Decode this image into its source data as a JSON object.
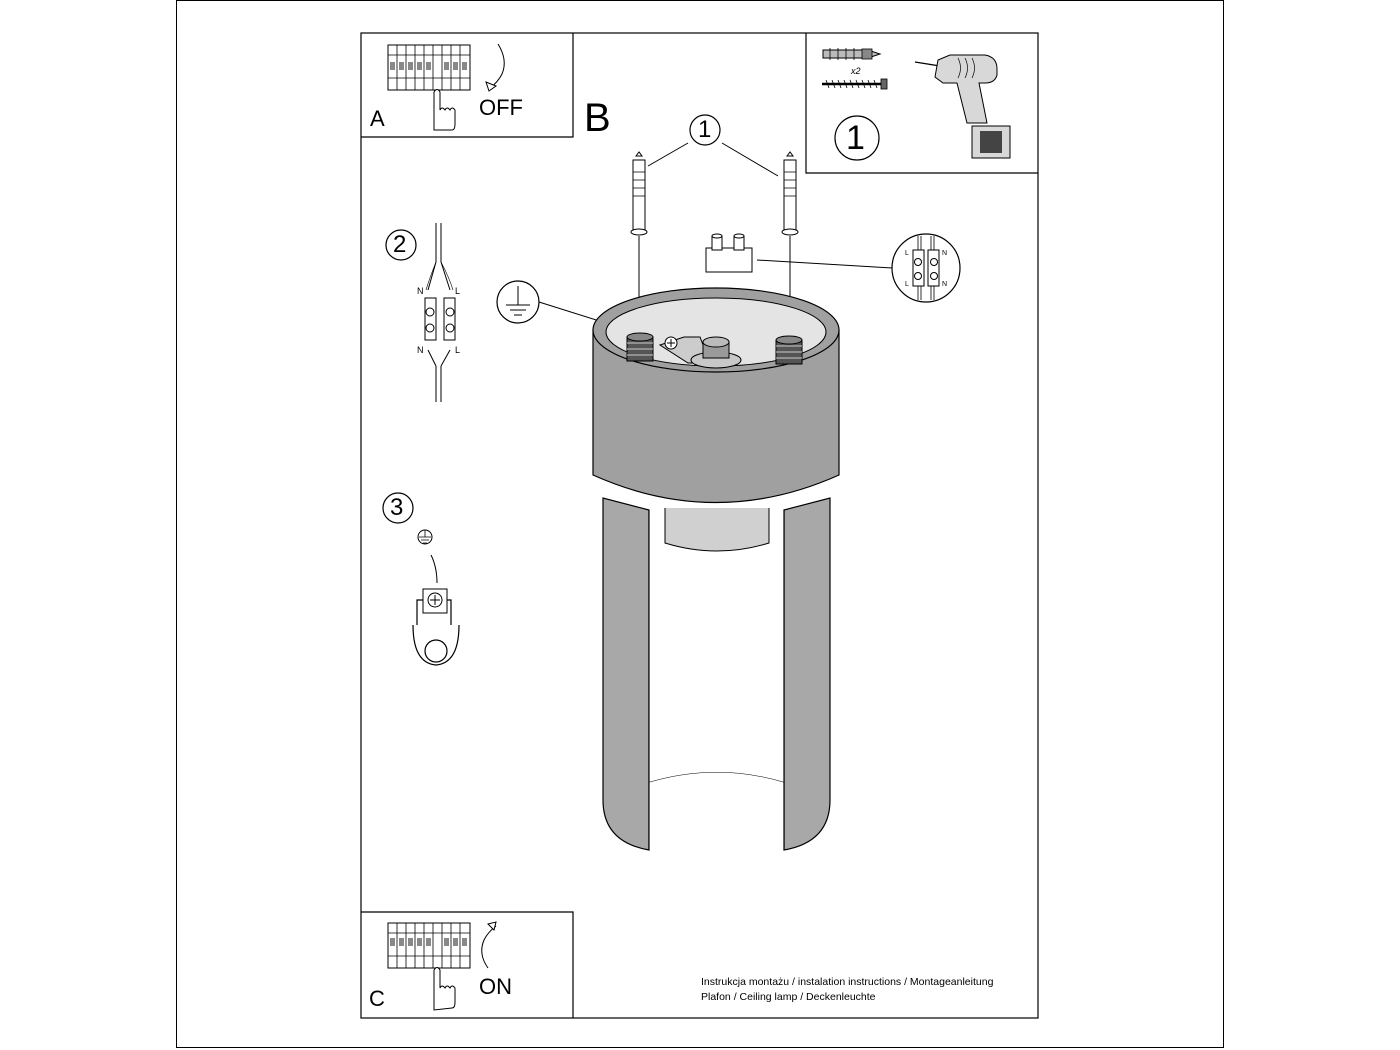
{
  "panels": {
    "a": {
      "letter": "A",
      "action": "OFF"
    },
    "b": {
      "letter": "B"
    },
    "c": {
      "letter": "C",
      "action": "ON"
    }
  },
  "steps": {
    "step1_panel_number": "1",
    "step1_callout_number": "1",
    "step2_number": "2",
    "step3_number": "3"
  },
  "kit": {
    "quantity": "x2"
  },
  "wiring": {
    "n_top": "N",
    "l_top": "L",
    "n_bottom": "N",
    "l_bottom": "L",
    "detail_l_top": "L",
    "detail_n_top": "N",
    "detail_l_bottom": "L",
    "detail_n_bottom": "N"
  },
  "footer": {
    "line1": "Instrukcja montażu / instalation instructions / Montageanleitung",
    "line2": "Plafon / Ceiling lamp / Deckenleuchte"
  },
  "colors": {
    "ink": "#000000",
    "fill": "#a0a0a0",
    "fill_dark": "#8c8c8c",
    "fill_light": "#d0d0d0"
  }
}
